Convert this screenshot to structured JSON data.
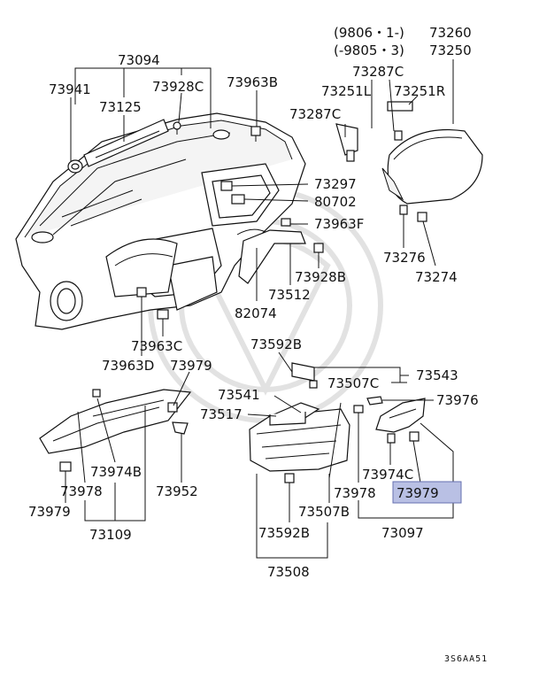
{
  "labels": {
    "p73094": "73094",
    "p73941": "73941",
    "p73125": "73125",
    "p73928c": "73928C",
    "p73963b": "73963B",
    "p9806": "(9806・1-)",
    "p73260": "73260",
    "p9805": "(-9805・3)",
    "p73250": "73250",
    "p73287c_top": "73287C",
    "p73251l": "73251L",
    "p73251r": "73251R",
    "p73287c_left": "73287C",
    "p73297": "73297",
    "p80702": "80702",
    "p73963f": "73963F",
    "p73928b": "73928B",
    "p73276": "73276",
    "p73274": "73274",
    "p73512": "73512",
    "p82074": "82074",
    "p73963c": "73963C",
    "p73963d": "73963D",
    "p73979_mid": "73979",
    "p73592b_top": "73592B",
    "p73543": "73543",
    "p73507c": "73507C",
    "p73541": "73541",
    "p73976": "73976",
    "p73517": "73517",
    "p73974b": "73974B",
    "p73978_left": "73978",
    "p73979_left": "73979",
    "p73952": "73952",
    "p73109": "73109",
    "p73974c": "73974C",
    "p73978_right": "73978",
    "p73979_hl": "73979",
    "p73507b": "73507B",
    "p73592b_bot": "73592B",
    "p73097": "73097",
    "p73508": "73508"
  },
  "diagram_code": "3S6AA51",
  "colors": {
    "highlight": "#b9c0e4",
    "line": "#111111"
  }
}
